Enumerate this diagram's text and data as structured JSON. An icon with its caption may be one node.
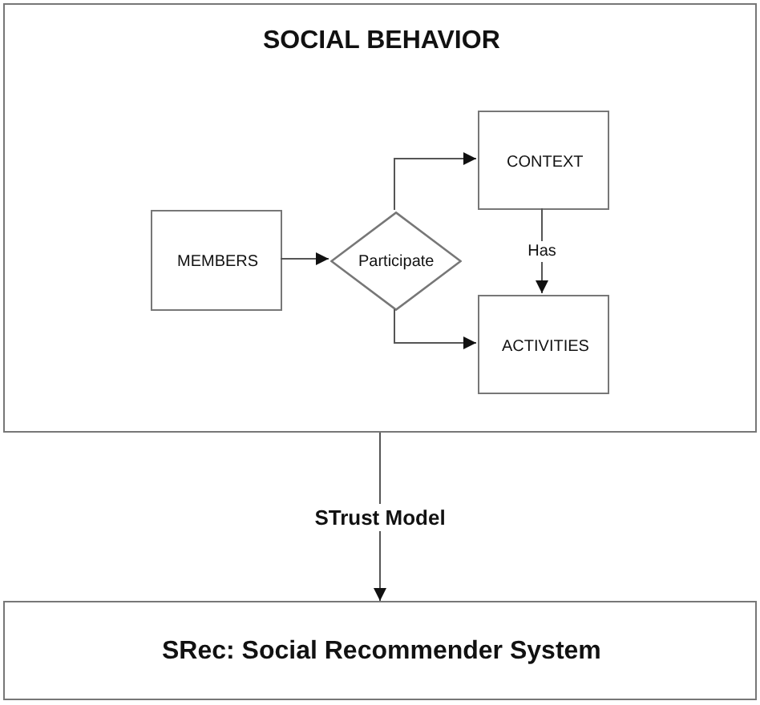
{
  "diagram": {
    "nodes": [
      {
        "text": [
          "SOCIAL BEHAVIOR"
        ]
      },
      {
        "text": [
          "MEMBERS"
        ],
        "in": 0
      },
      {
        "text": [
          "Participate"
        ],
        "in": 0
      },
      {
        "text": [
          "CONTEXT"
        ],
        "in": 0
      },
      {
        "text": [
          "ACTIVITIES"
        ],
        "in": 0
      },
      {
        "text": [
          "SRec: Social Recommender System"
        ]
      }
    ],
    "edges": [
      {
        "from": 1,
        "to": 2,
        "arrow": "to"
      },
      {
        "from": 2,
        "to": 3,
        "arrow": "to"
      },
      {
        "from": 2,
        "to": 4,
        "arrow": "to"
      },
      {
        "from": 3,
        "to": 4,
        "arrow": "to",
        "label": "Has"
      },
      {
        "from": 0,
        "to": 5,
        "arrow": "to",
        "label": "STrust Model"
      }
    ]
  }
}
